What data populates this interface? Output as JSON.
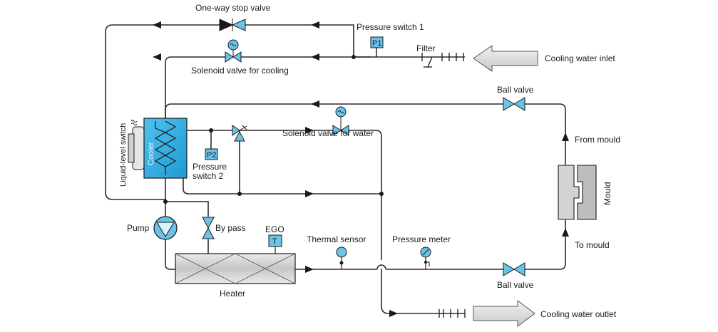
{
  "labels": {
    "one_way_stop_valve": "One-way stop valve",
    "pressure_switch_1": "Pressure switch 1",
    "filter": "Filter",
    "cooling_water_inlet": "Cooling water inlet",
    "solenoid_valve_cooling": "Solenoid valve for cooling",
    "ball_valve_top": "Ball valve",
    "liquid_level_switch": "Liquid-level switch",
    "cooler": "Cooler",
    "solenoid_valve_water": "Solenoid valve for water",
    "from_mould": "From mould",
    "pressure_switch_2_line1": "Pressure",
    "pressure_switch_2_line2": "switch 2",
    "mould": "Mould",
    "pump": "Pump",
    "by_pass": "By pass",
    "ego": "EGO",
    "thermal_sensor": "Thermal sensor",
    "pressure_meter": "Pressure meter",
    "to_mould": "To mould",
    "heater": "Heater",
    "ball_valve_bottom": "Ball valve",
    "cooling_water_outlet": "Cooling water outlet"
  },
  "tags": {
    "p1": "P1",
    "p2": "P2",
    "t": "T"
  },
  "colors": {
    "cooler_fill": "#3aaee0",
    "valve_fill": "#6cc3e8",
    "pipe": "#2b2b2b",
    "heater_fill": "#cfd1d3",
    "mould_fill": "#d6d6d6",
    "arrow_fill": "#d9d9d9"
  }
}
